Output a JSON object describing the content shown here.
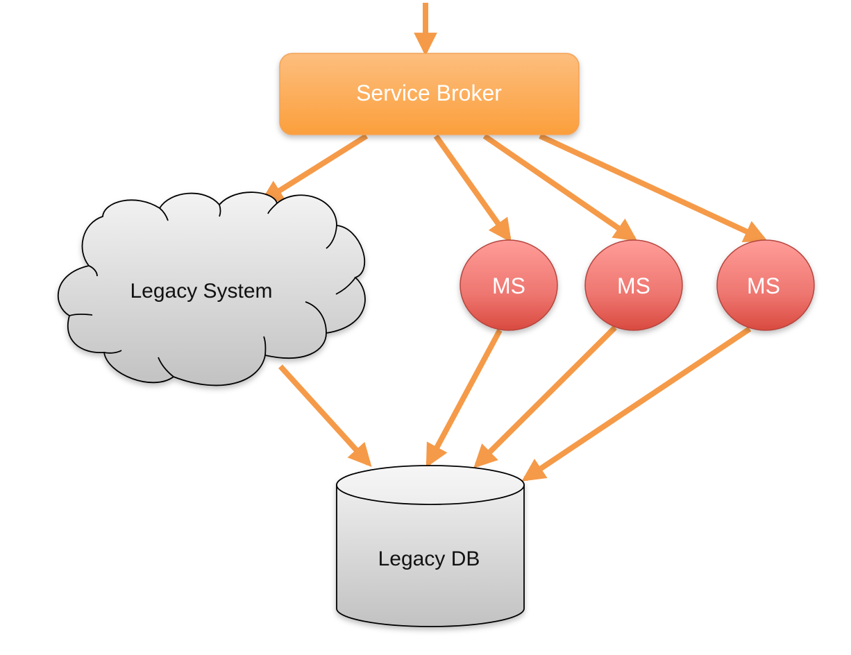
{
  "diagram": {
    "title": "",
    "colors": {
      "arrow": "#F59A48",
      "broker_top": "#FDBE7E",
      "broker_bottom": "#FB9F3C",
      "broker_border": "#F3A255",
      "ms_top": "#FF9B98",
      "ms_bottom": "#D94A3F",
      "ms_border": "#B5443D",
      "gray_top": "#F2F2F2",
      "gray_bottom": "#C4C4C4",
      "outline": "#000000"
    },
    "nodes": [
      {
        "id": "broker",
        "label": "Service Broker",
        "shape": "rounded-rect"
      },
      {
        "id": "legacy-system",
        "label": "Legacy System",
        "shape": "cloud"
      },
      {
        "id": "ms1",
        "label": "MS",
        "shape": "ellipse"
      },
      {
        "id": "ms2",
        "label": "MS",
        "shape": "ellipse"
      },
      {
        "id": "ms3",
        "label": "MS",
        "shape": "ellipse"
      },
      {
        "id": "legacy-db",
        "label": "Legacy DB",
        "shape": "cylinder"
      }
    ],
    "edges": [
      {
        "from": "external",
        "to": "broker"
      },
      {
        "from": "broker",
        "to": "legacy-system"
      },
      {
        "from": "broker",
        "to": "ms1"
      },
      {
        "from": "broker",
        "to": "ms2"
      },
      {
        "from": "broker",
        "to": "ms3"
      },
      {
        "from": "legacy-system",
        "to": "legacy-db"
      },
      {
        "from": "ms1",
        "to": "legacy-db"
      },
      {
        "from": "ms2",
        "to": "legacy-db"
      },
      {
        "from": "ms3",
        "to": "legacy-db"
      }
    ]
  }
}
